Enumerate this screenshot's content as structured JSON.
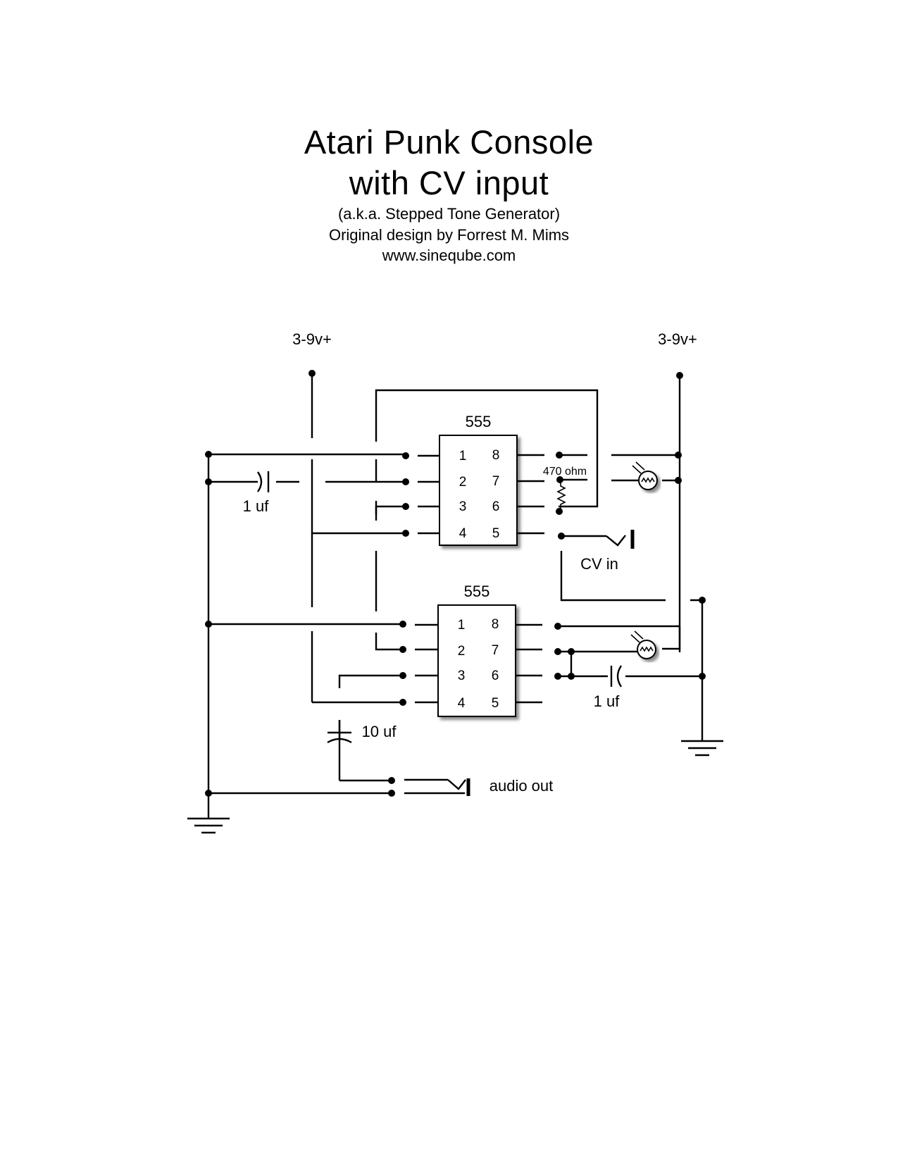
{
  "title": {
    "line1": "Atari Punk Console",
    "line2": "with CV input"
  },
  "subtitle": {
    "aka": "(a.k.a. Stepped Tone Generator)",
    "credit": "Original design by Forrest M. Mims",
    "website": "www.sineqube.com"
  },
  "schematic": {
    "supply_left": "3-9v+",
    "supply_right": "3-9v+",
    "ic_top": {
      "label": "555",
      "pins_left": [
        "1",
        "2",
        "3",
        "4"
      ],
      "pins_right": [
        "8",
        "7",
        "6",
        "5"
      ]
    },
    "ic_bottom": {
      "label": "555",
      "pins_left": [
        "1",
        "2",
        "3",
        "4"
      ],
      "pins_right": [
        "8",
        "7",
        "6",
        "5"
      ]
    },
    "cap_left_label": "1 uf",
    "cap_right_label": "1 uf",
    "cap_output_label": "10 uf",
    "resistor_label": "470 ohm",
    "cv_jack_label": "CV in",
    "audio_jack_label": "audio out"
  }
}
